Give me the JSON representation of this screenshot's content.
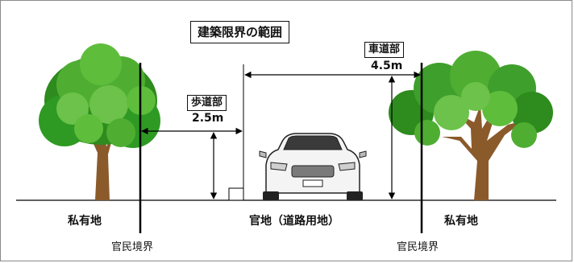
{
  "title": "建築限界の範囲",
  "sidewalk": {
    "label": "歩道部",
    "height": "2.5m"
  },
  "roadway": {
    "label": "車道部",
    "height": "4.5m"
  },
  "areas": {
    "private_left": "私有地",
    "public": "官地（道路用地）",
    "private_right": "私有地"
  },
  "boundaries": {
    "left": "官民境界",
    "right": "官民境界"
  },
  "colors": {
    "line": "#000000",
    "leaf_dark": "#2e8b1e",
    "leaf_light": "#6cc24a",
    "trunk": "#8b5a2b"
  }
}
